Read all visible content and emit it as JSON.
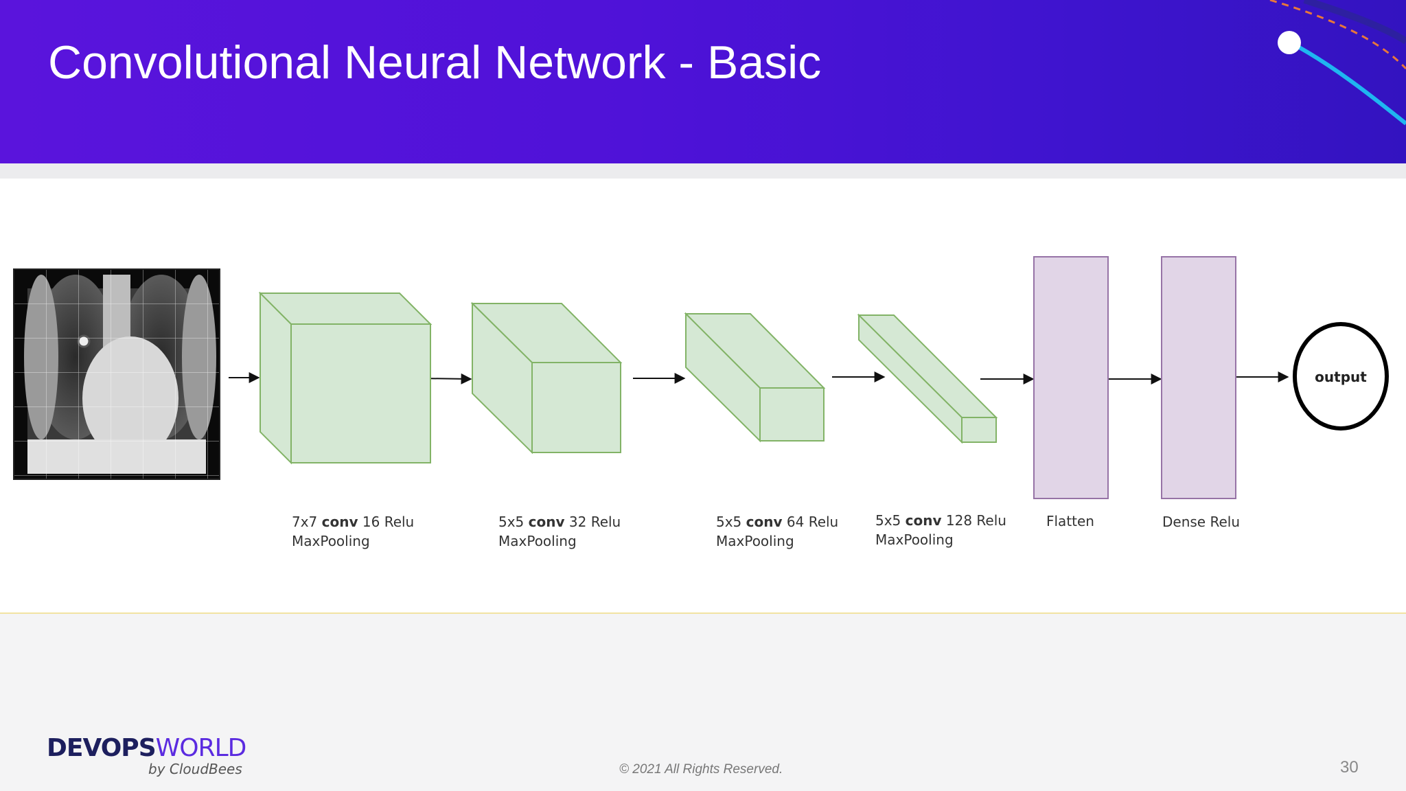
{
  "slide": {
    "title": "Convolutional Neural Network - Basic",
    "page_number": "30",
    "copyright": "© 2021 All Rights Reserved."
  },
  "logo": {
    "devops": "DEVOPS",
    "world": "WORLD",
    "byline": "by CloudBees"
  },
  "diagram": {
    "layers": [
      {
        "kernel": "7x7",
        "op": "conv",
        "filters": "16 Relu",
        "line2": "MaxPooling"
      },
      {
        "kernel": "5x5",
        "op": "conv",
        "filters": "32 Relu",
        "line2": "MaxPooling"
      },
      {
        "kernel": "5x5",
        "op": "conv",
        "filters": "64 Relu",
        "line2": "MaxPooling"
      },
      {
        "kernel": "5x5",
        "op": "conv",
        "filters": "128 Relu",
        "line2": "MaxPooling"
      }
    ],
    "flatten_label": "Flatten",
    "dense_label": "Dense Relu",
    "output_label": "output"
  },
  "colors": {
    "header_purple": "#5a14dc",
    "conv_fill": "#d5e8d4",
    "conv_stroke": "#82b366",
    "dense_fill": "#e1d5e7",
    "dense_stroke": "#9673a6"
  }
}
